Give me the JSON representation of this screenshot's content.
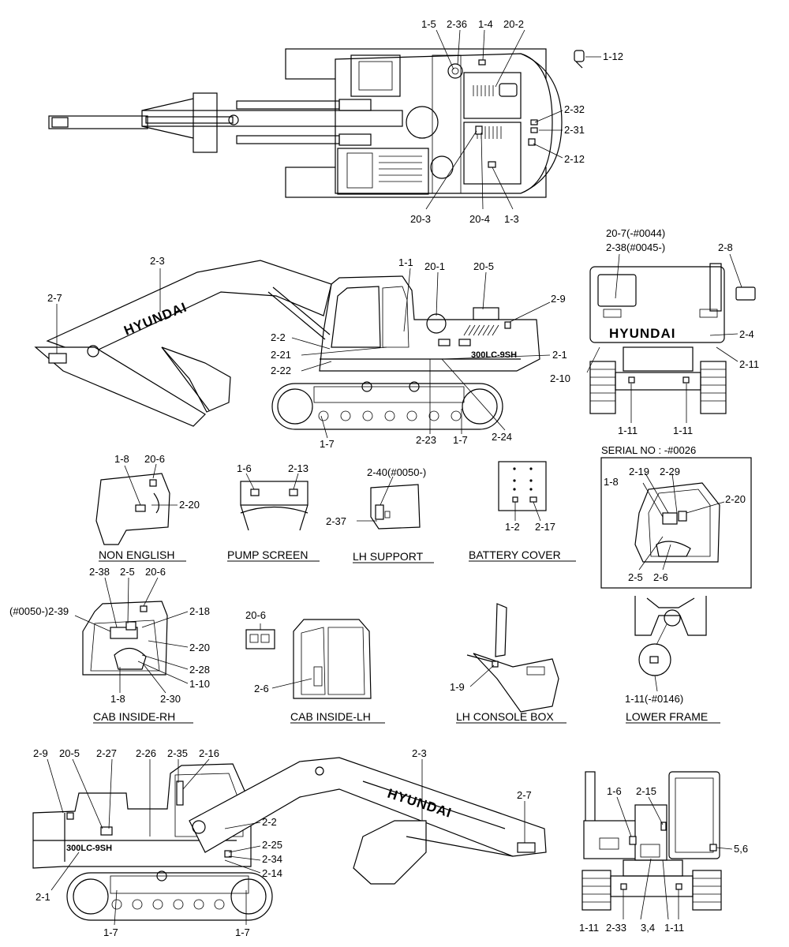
{
  "brand": "HYUNDAI",
  "model": "300LC-9SH",
  "serial_note": "SERIAL NO : -#0026",
  "captions": {
    "non_english": "NON ENGLISH",
    "pump_screen": "PUMP SCREEN",
    "lh_support": "LH SUPPORT",
    "battery_cover": "BATTERY COVER",
    "cab_inside_rh": "CAB INSIDE-RH",
    "cab_inside_lh": "CAB INSIDE-LH",
    "lh_console_box": "LH CONSOLE BOX",
    "lower_frame": "LOWER FRAME"
  },
  "callouts": {
    "top": [
      "1-5",
      "2-36",
      "1-4",
      "20-2",
      "1-12",
      "2-32",
      "2-31",
      "2-12",
      "20-3",
      "20-4",
      "1-3"
    ],
    "side": [
      "2-3",
      "1-1",
      "20-1",
      "20-5",
      "2-7",
      "2-9",
      "2-2",
      "2-21",
      "2-22",
      "2-1",
      "1-7",
      "2-23",
      "1-7",
      "2-24"
    ],
    "rear": [
      "20-7(-#0044)",
      "2-38(#0045-)",
      "2-8",
      "2-4",
      "2-10",
      "2-11",
      "1-11",
      "1-11"
    ],
    "non_english": [
      "1-8",
      "20-6",
      "2-20"
    ],
    "pump_screen": [
      "1-6",
      "2-13"
    ],
    "lh_support": [
      "2-40(#0050-)",
      "2-37"
    ],
    "battery_cover": [
      "1-2",
      "2-17"
    ],
    "serial_cab": [
      "2-19",
      "2-29",
      "1-8",
      "2-20",
      "2-5",
      "2-6"
    ],
    "cab_rh": [
      "2-38",
      "2-5",
      "20-6",
      "(#0050-)2-39",
      "2-18",
      "2-20",
      "2-28",
      "1-10",
      "1-8",
      "2-30"
    ],
    "cab_lh": [
      "20-6",
      "2-6"
    ],
    "console": [
      "1-9"
    ],
    "lower_frame": [
      "1-11(-#0146)"
    ],
    "side_rh": [
      "2-9",
      "20-5",
      "2-27",
      "2-26",
      "2-35",
      "2-16",
      "2-3",
      "2-7",
      "2-2",
      "2-25",
      "2-34",
      "2-14",
      "2-1",
      "1-7",
      "1-7"
    ],
    "front": [
      "1-6",
      "2-15",
      "5,6",
      "1-11",
      "2-33",
      "3,4",
      "1-11"
    ]
  }
}
